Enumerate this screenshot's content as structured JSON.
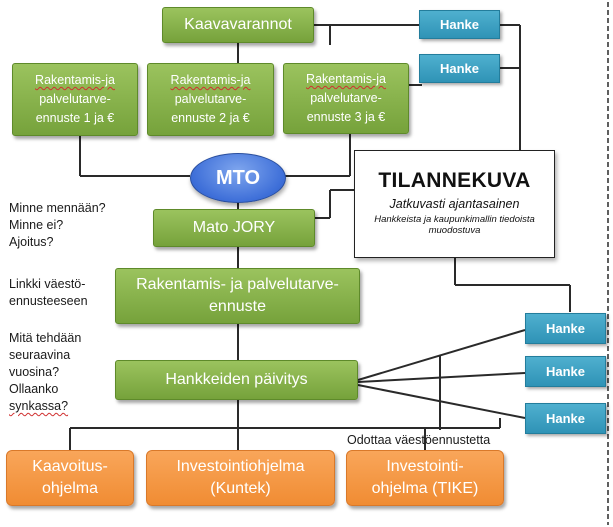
{
  "nodes": {
    "kaavavarannot": "Kaavavarannot",
    "forecast_1": [
      "Rakentamis-ja",
      "palvelutarve-",
      "ennuste 1 ja €"
    ],
    "forecast_2": [
      "Rakentamis-ja",
      "palvelutarve-",
      "ennuste 2 ja €"
    ],
    "forecast_3": [
      "Rakentamis-ja",
      "palvelutarve-",
      "ennuste 3 ja €"
    ],
    "mto": "MTO",
    "mato_jory": "Mato JORY",
    "rakentamis_ennuste": [
      "Rakentamis- ja palvelutarve-",
      "ennuste"
    ],
    "hankkeiden_paivitys": "Hankkeiden päivitys",
    "kaavoitusohjelma": [
      "Kaavoitus-",
      "ohjelma"
    ],
    "investointiohjelma_kuntek": [
      "Investointiohjelma",
      "(Kuntek)"
    ],
    "investointiohjelma_tike": [
      "Investointi-",
      "ohjelma (TIKE)"
    ]
  },
  "hanke_label": "Hanke",
  "tilannekuva": {
    "title": "TILANNEKUVA",
    "subtitle": "Jatkuvasti ajantasainen",
    "note": [
      "Hankkeista ja kaupunkimallin tiedoista",
      "muodostuva"
    ]
  },
  "annotations": {
    "questions": [
      "Minne mennään?",
      "Minne ei?",
      "Ajoitus?"
    ],
    "link": [
      "Linkki väestö-",
      "ennusteeseen"
    ],
    "next_years": [
      "Mitä tehdään",
      "seuraavina",
      "vuosina?",
      "Ollaanko",
      "synkassa?"
    ],
    "waiting": "Odottaa väestöennustetta"
  }
}
